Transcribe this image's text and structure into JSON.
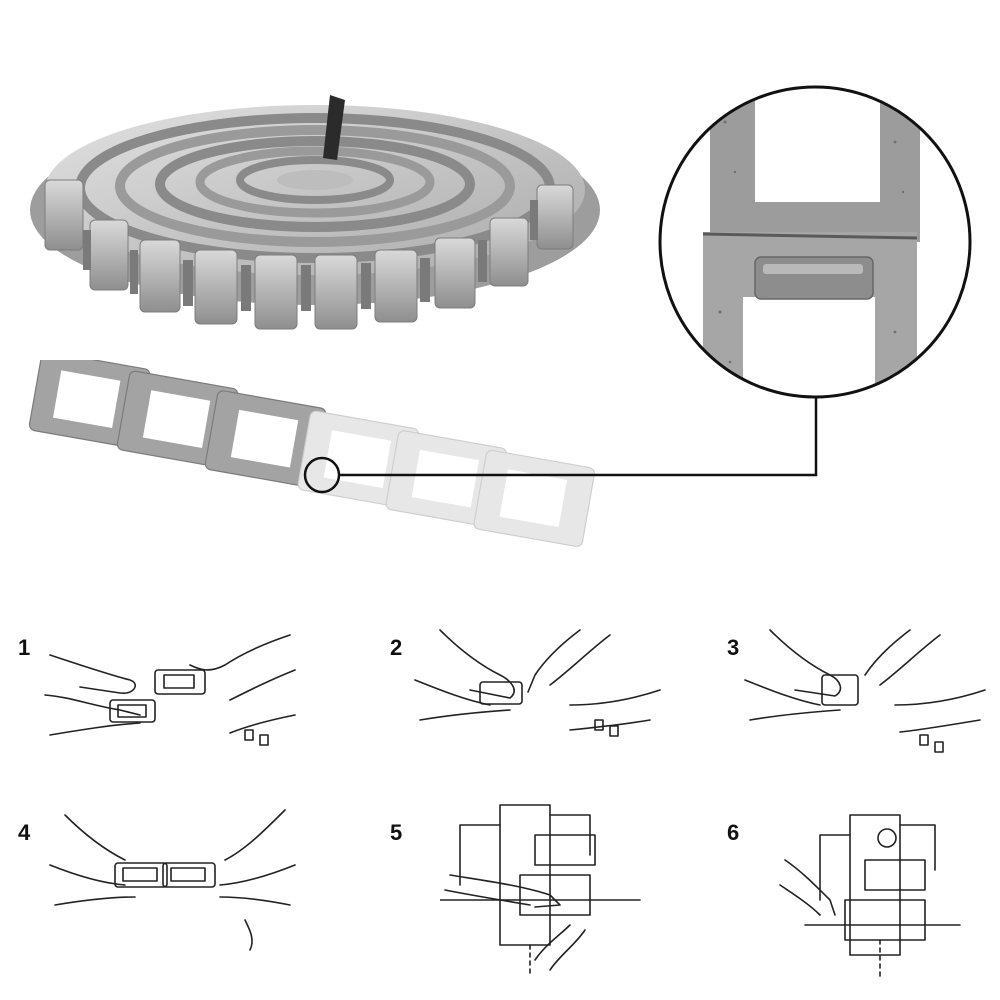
{
  "product": {
    "coil_image": "chain-coil",
    "segment_image": "chain-segment",
    "zoom_image": "link-zoom"
  },
  "colors": {
    "chain_dark": "#8f8f8f",
    "chain_mid": "#b5b5b5",
    "chain_light": "#d8d8d8",
    "chain_pale": "#ececec",
    "outline": "#111111"
  },
  "steps": [
    {
      "number": "1"
    },
    {
      "number": "2"
    },
    {
      "number": "3"
    },
    {
      "number": "4"
    },
    {
      "number": "5"
    },
    {
      "number": "6"
    }
  ]
}
